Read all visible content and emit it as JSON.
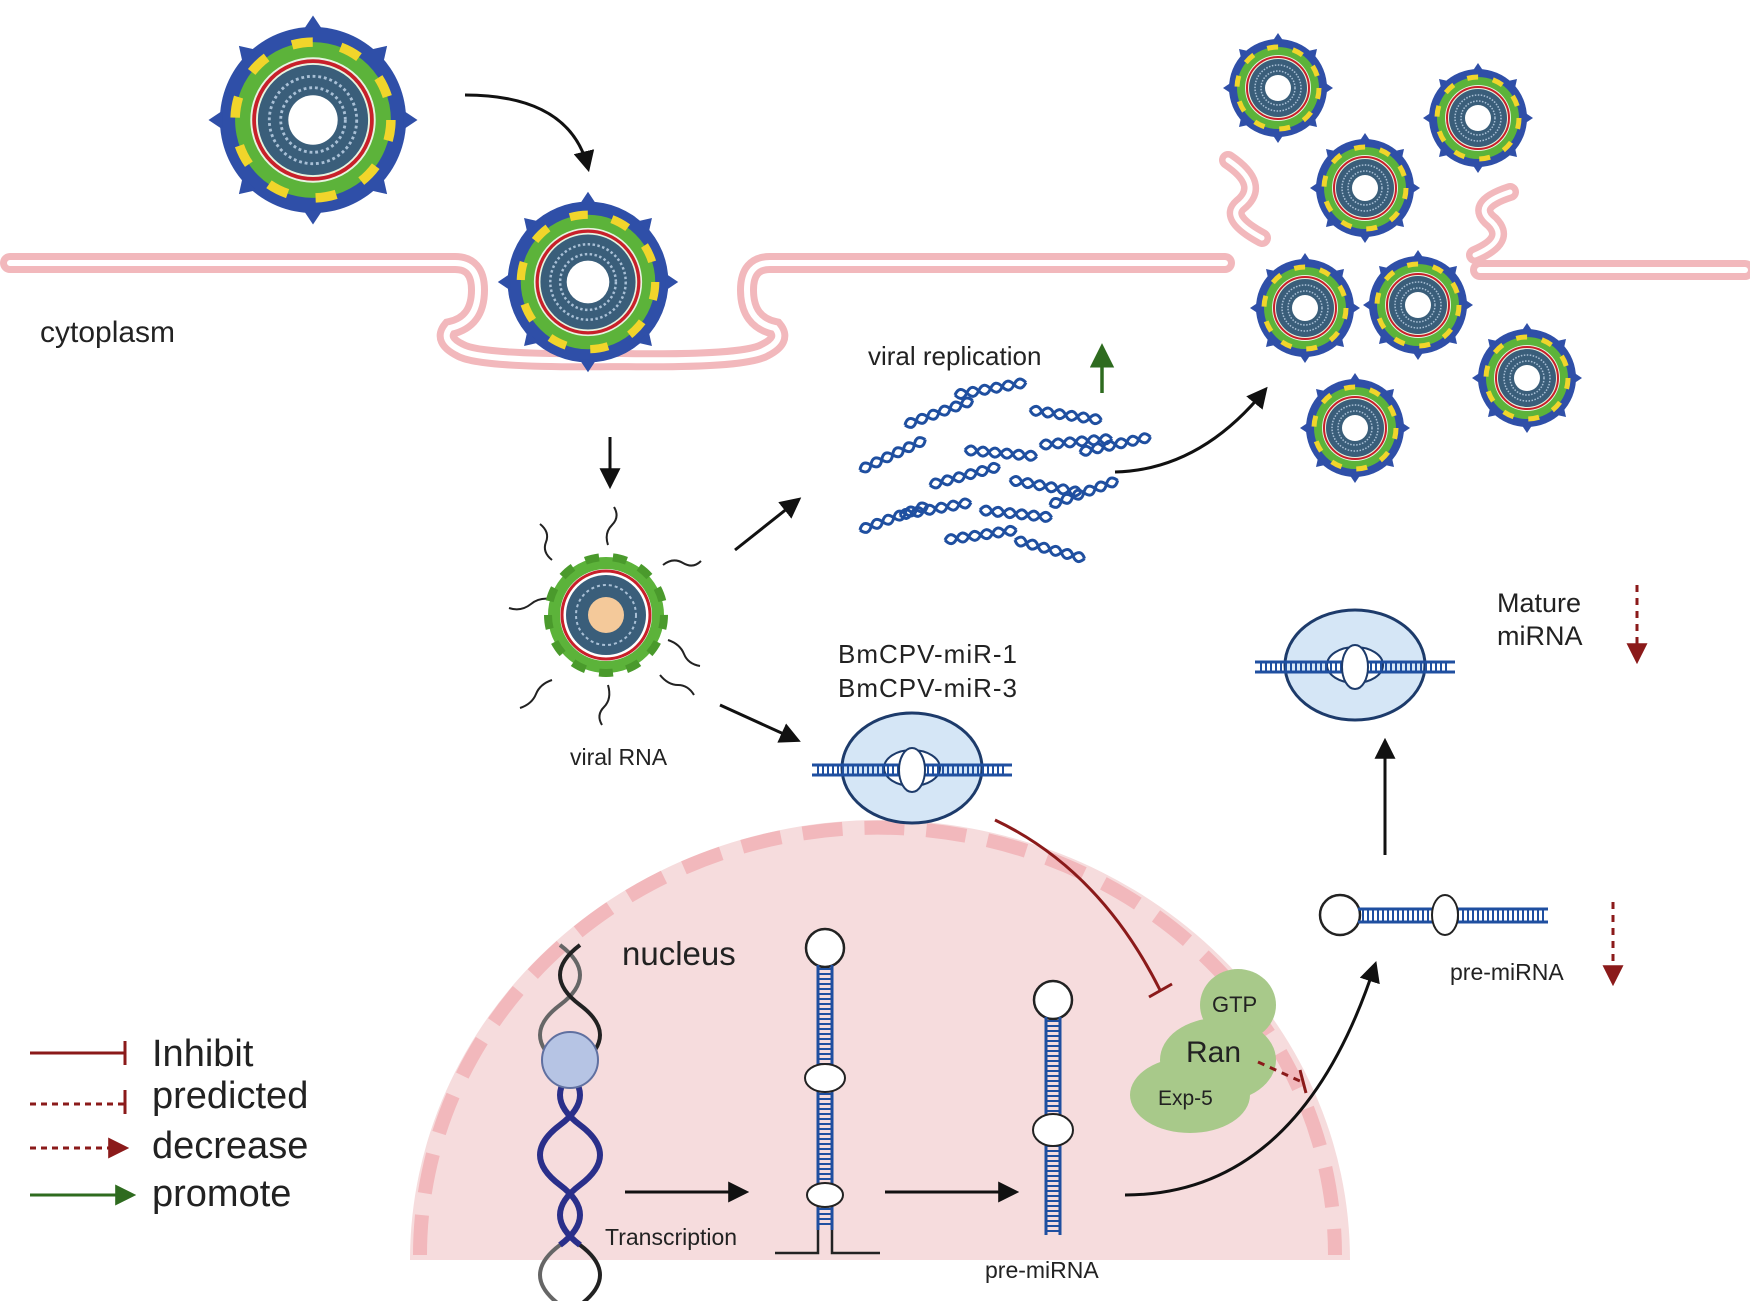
{
  "labels": {
    "cytoplasm": "cytoplasm",
    "nucleus": "nucleus",
    "viral_replication": "viral replication",
    "viral_rna": "viral RNA",
    "mir1": "BmCPV-miR-1",
    "mir3": "BmCPV-miR-3",
    "mature_line1": "Mature",
    "mature_line2": "miRNA",
    "pre_mirna_nucleus": "pre-miRNA",
    "pre_mirna_cytoplasm": "pre-miRNA",
    "transcription": "Transcription",
    "gtp": "GTP",
    "ran": "Ran",
    "exp5": "Exp-5"
  },
  "legend": [
    {
      "label": "Inhibit",
      "style": "solid-bar",
      "color": "#8b1a1a"
    },
    {
      "label": "predicted",
      "style": "dashed-bar",
      "color": "#8b1a1a"
    },
    {
      "label": "decrease",
      "style": "dashed-arrow",
      "color": "#8b1a1a"
    },
    {
      "label": "promote",
      "style": "solid-arrow",
      "color": "#2e6b1f"
    }
  ],
  "colors": {
    "membrane": "#f2b8bc",
    "nucleus_fill": "#f6dcdd",
    "inhibit": "#8b1a1a",
    "promote": "#2e6b1f",
    "arrow": "#111111",
    "virus_blue": "#2f4fa8",
    "virus_green": "#5cb33a",
    "virus_yellow": "#f1d52b",
    "virus_red": "#c8202a",
    "virus_core": "#3a5e7a",
    "rna": "#1f4fa0",
    "complex": "#a8c98a"
  }
}
